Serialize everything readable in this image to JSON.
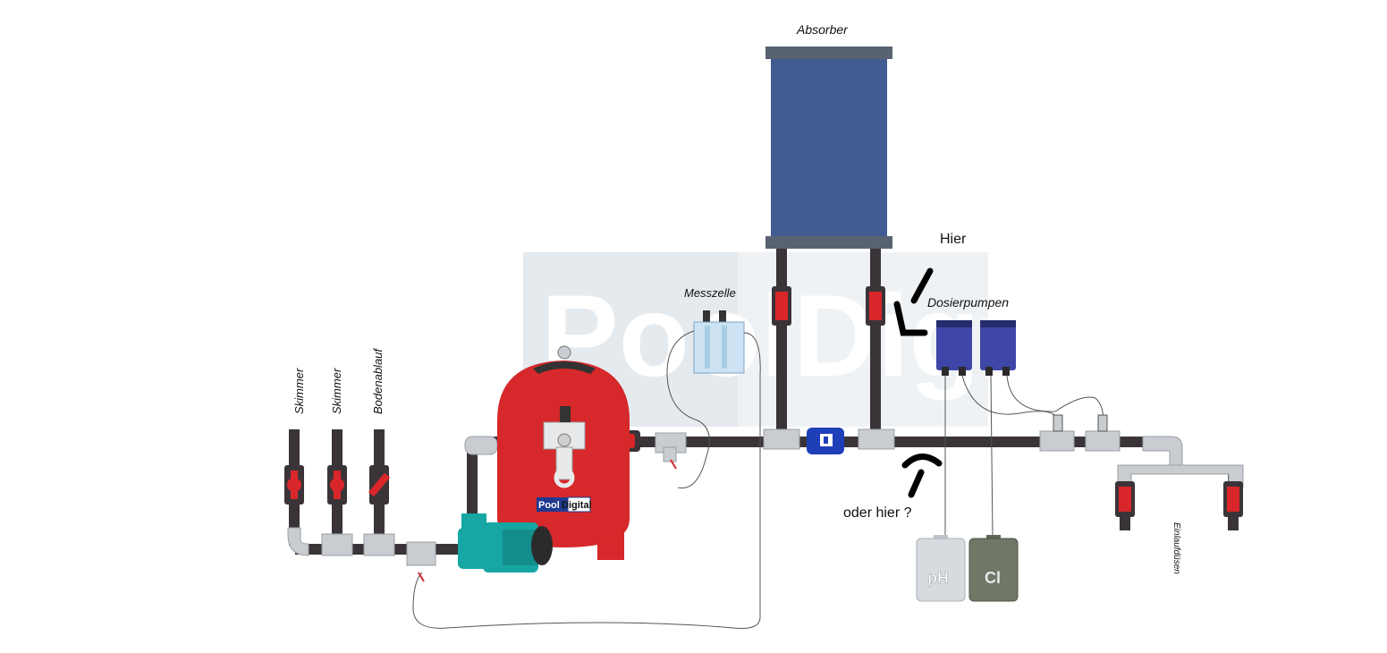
{
  "diagram": {
    "labels": {
      "absorber": "Absorber",
      "messzelle": "Messzelle",
      "dosierpumpen": "Dosierpumpen",
      "hier": "Hier",
      "oder_hier": "oder hier ?",
      "skimmer_1": "Skimmer",
      "skimmer_2": "Skimmer",
      "bodenablauf": "Bodenablauf",
      "einlaufduesen": "Einlaufdüsen",
      "ph": "pH",
      "cl": "Cl"
    },
    "logo": {
      "pool": "Pool",
      "digital": "Digital",
      "watermark": "PoolDigital"
    },
    "colors": {
      "pipe": "#3a3438",
      "fitting": "#c9ccd0",
      "valve": "#d9262a",
      "filter_tank": "#d7282b",
      "pump": "#16a6a4",
      "absorber": "#425b93",
      "dosing_pump": "#3e46a8",
      "flow_meter": "#1f3fb8",
      "canister_ph": "#d7dbe0",
      "canister_cl": "#6f7767",
      "watermark": "#e9ecef"
    }
  }
}
